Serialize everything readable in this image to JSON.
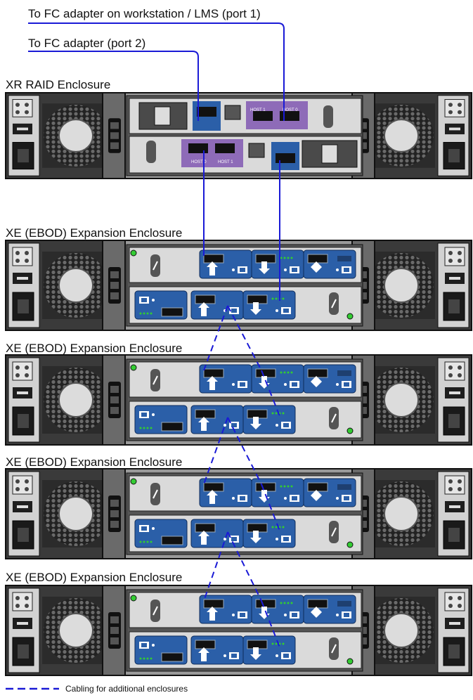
{
  "labels": {
    "fc_port1": "To FC adapter on workstation / LMS (port 1)",
    "fc_port2": "To FC adapter (port 2)",
    "xr_title": "XR RAID Enclosure",
    "xe1_title": "XE (EBOD)  Expansion Enclosure",
    "xe2_title": "XE (EBOD) Expansion Enclosure",
    "xe3_title": "XE (EBOD) Expansion Enclosure",
    "xe4_title": "XE (EBOD) Expansion Enclosure"
  },
  "raid_ports": {
    "top_host1": "HOST 1",
    "top_host0": "HOST 0",
    "bottom_host0": "HOST 0",
    "bottom_host1": "HOST 1"
  },
  "legend": {
    "text": "Cabling for additional enclosures"
  },
  "colors": {
    "cable": "#1a1ad6",
    "module_blue": "#2b5fa8",
    "host_purple": "#8e6bb8",
    "chassis_dark": "#3a3a3a"
  }
}
